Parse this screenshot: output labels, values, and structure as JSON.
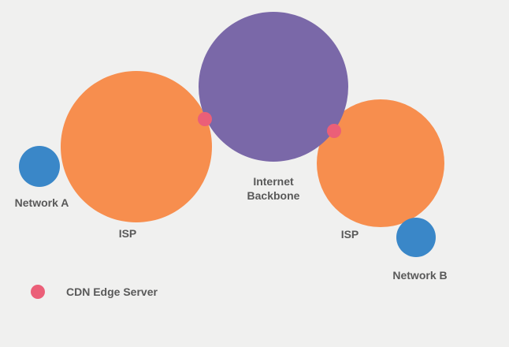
{
  "diagram": {
    "nodes": {
      "backbone": {
        "label": "Internet Backbone",
        "color": "#7A68A8"
      },
      "isp_left": {
        "label": "ISP",
        "color": "#F78E4E"
      },
      "isp_right": {
        "label": "ISP",
        "color": "#F78E4E"
      },
      "network_a": {
        "label": "Network A",
        "color": "#3A87C8"
      },
      "network_b": {
        "label": "Network B",
        "color": "#3A87C8"
      }
    },
    "edge_server": {
      "color": "#EB5F78"
    },
    "legend": {
      "label": "CDN Edge Server",
      "color": "#EB5F78"
    }
  },
  "colors": {
    "background": "#F0F0EF",
    "text": "#595959"
  }
}
